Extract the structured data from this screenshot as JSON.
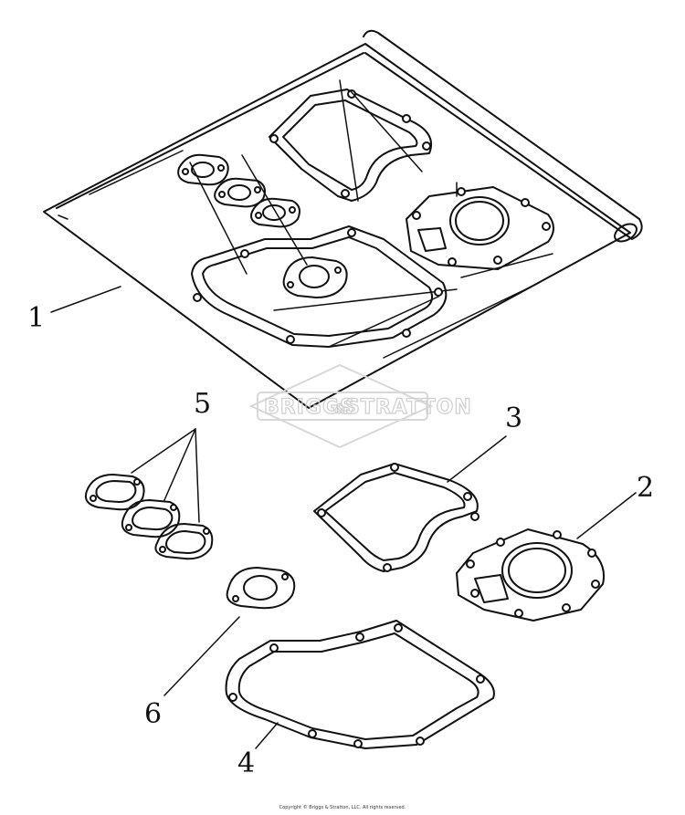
{
  "callouts": {
    "c1": "1",
    "c2": "2",
    "c3": "3",
    "c4": "4",
    "c5": "5",
    "c6": "6"
  },
  "watermark": {
    "left": "BRIGGS",
    "amp": "&",
    "right": "STRATTON"
  },
  "copyright": "Copyright © Briggs & Stratton, LLC. All rights reserved."
}
